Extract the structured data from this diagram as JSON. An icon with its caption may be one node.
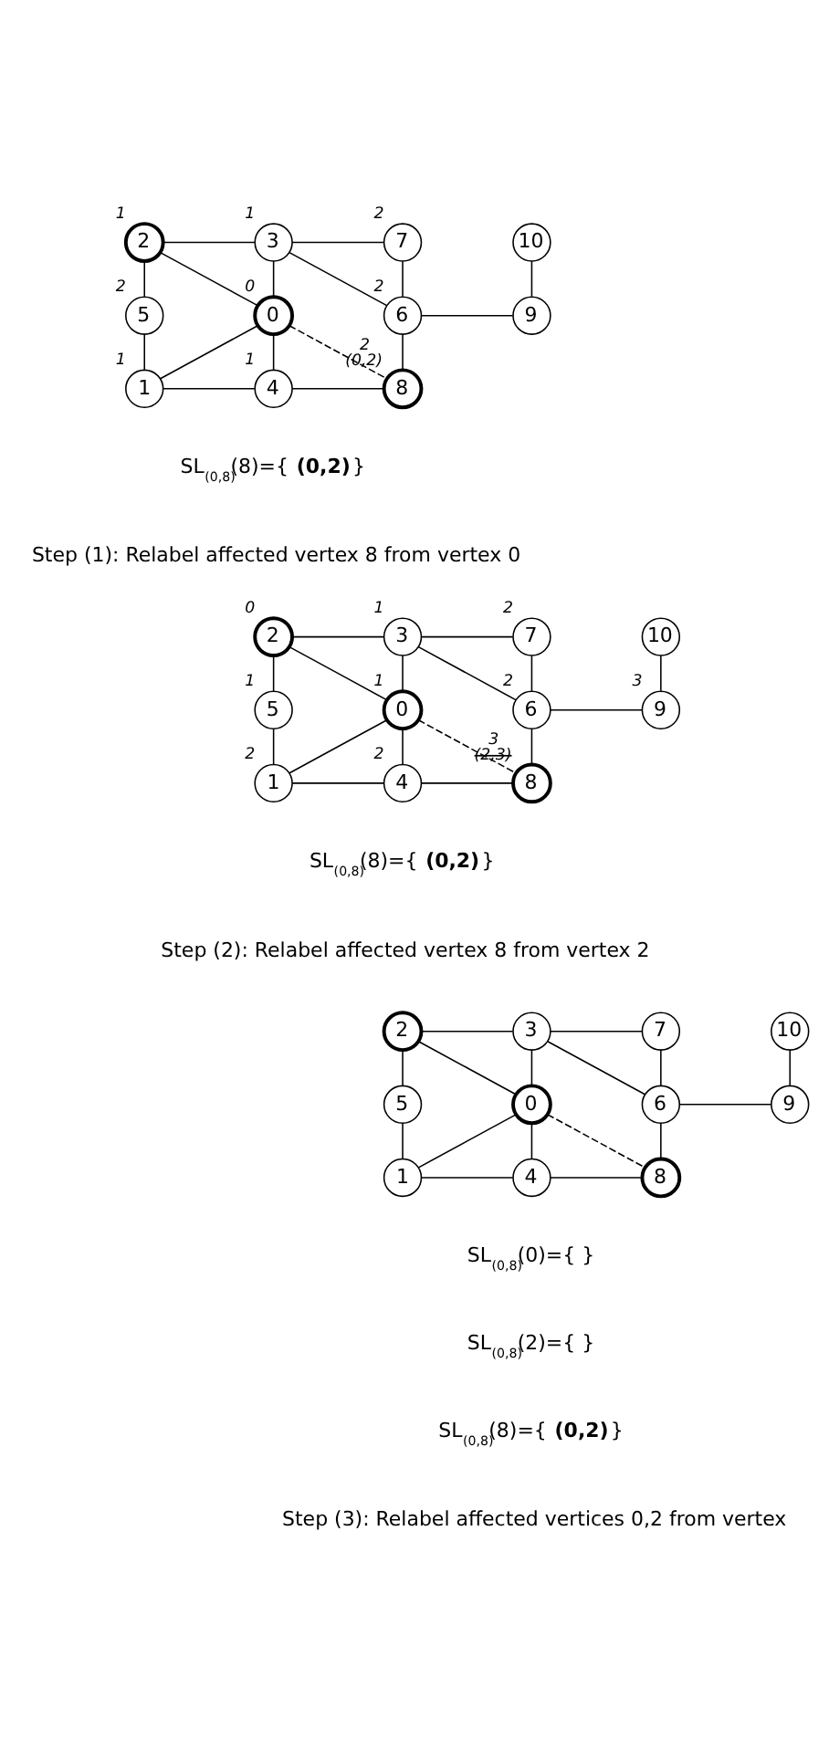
{
  "diagram": {
    "nodes": [
      {
        "text": [
          "2"
        ],
        "beside": [
          "1"
        ]
      },
      {
        "text": [
          "3"
        ],
        "beside": [
          "1"
        ]
      },
      {
        "text": [
          "7"
        ],
        "beside": [
          "2"
        ]
      },
      {
        "text": [
          "10"
        ]
      },
      {
        "text": [
          "5"
        ],
        "beside": [
          "2"
        ]
      },
      {
        "text": [
          "0"
        ],
        "beside": [
          "0"
        ]
      },
      {
        "text": [
          "6"
        ],
        "beside": [
          "2"
        ]
      },
      {
        "text": [
          "9"
        ]
      },
      {
        "text": [
          "1"
        ],
        "beside": [
          "1"
        ]
      },
      {
        "text": [
          "4"
        ],
        "beside": [
          "1"
        ]
      },
      {
        "text": [
          "8"
        ],
        "beside": [
          "2",
          "(0,2)"
        ]
      },
      {
        "text": [
          "2"
        ],
        "beside": [
          "0"
        ]
      },
      {
        "text": [
          "3"
        ],
        "beside": [
          "1"
        ]
      },
      {
        "text": [
          "7"
        ],
        "beside": [
          "2"
        ]
      },
      {
        "text": [
          "10"
        ]
      },
      {
        "text": [
          "5"
        ],
        "beside": [
          "1"
        ]
      },
      {
        "text": [
          "0"
        ],
        "beside": [
          "1"
        ]
      },
      {
        "text": [
          "6"
        ],
        "beside": [
          "2"
        ]
      },
      {
        "text": [
          "9"
        ],
        "beside": [
          "3"
        ]
      },
      {
        "text": [
          "1"
        ],
        "beside": [
          "2"
        ]
      },
      {
        "text": [
          "4"
        ],
        "beside": [
          "2"
        ]
      },
      {
        "text": [
          "8"
        ],
        "beside": [
          "3",
          "(2,3)"
        ]
      },
      {
        "text": [
          "2"
        ]
      },
      {
        "text": [
          "3"
        ]
      },
      {
        "text": [
          "7"
        ]
      },
      {
        "text": [
          "10"
        ]
      },
      {
        "text": [
          "5"
        ]
      },
      {
        "text": [
          "0"
        ]
      },
      {
        "text": [
          "6"
        ]
      },
      {
        "text": [
          "9"
        ]
      },
      {
        "text": [
          "1"
        ]
      },
      {
        "text": [
          "4"
        ]
      },
      {
        "text": [
          "8"
        ]
      }
    ],
    "edges": [
      {
        "from": 0,
        "to": 1,
        "arrow": "none"
      },
      {
        "from": 1,
        "to": 2,
        "arrow": "none"
      },
      {
        "from": 0,
        "to": 4,
        "arrow": "none"
      },
      {
        "from": 0,
        "to": 5,
        "arrow": "none"
      },
      {
        "from": 1,
        "to": 5,
        "arrow": "none"
      },
      {
        "from": 1,
        "to": 6,
        "arrow": "none"
      },
      {
        "from": 2,
        "to": 6,
        "arrow": "none"
      },
      {
        "from": 3,
        "to": 7,
        "arrow": "none"
      },
      {
        "from": 4,
        "to": 8,
        "arrow": "none"
      },
      {
        "from": 8,
        "to": 5,
        "arrow": "none"
      },
      {
        "from": 5,
        "to": 9,
        "arrow": "none"
      },
      {
        "from": 5,
        "to": 10,
        "arrow": "none",
        "style": "dashed"
      },
      {
        "from": 6,
        "to": 7,
        "arrow": "none"
      },
      {
        "from": 6,
        "to": 10,
        "arrow": "none"
      },
      {
        "from": 8,
        "to": 9,
        "arrow": "none"
      },
      {
        "from": 9,
        "to": 10,
        "arrow": "none"
      },
      {
        "from": 11,
        "to": 12,
        "arrow": "none"
      },
      {
        "from": 12,
        "to": 13,
        "arrow": "none"
      },
      {
        "from": 11,
        "to": 15,
        "arrow": "none"
      },
      {
        "from": 11,
        "to": 16,
        "arrow": "none"
      },
      {
        "from": 12,
        "to": 16,
        "arrow": "none"
      },
      {
        "from": 12,
        "to": 17,
        "arrow": "none"
      },
      {
        "from": 13,
        "to": 17,
        "arrow": "none"
      },
      {
        "from": 14,
        "to": 18,
        "arrow": "none"
      },
      {
        "from": 15,
        "to": 19,
        "arrow": "none"
      },
      {
        "from": 19,
        "to": 16,
        "arrow": "none"
      },
      {
        "from": 16,
        "to": 20,
        "arrow": "none"
      },
      {
        "from": 16,
        "to": 21,
        "arrow": "none",
        "style": "dashed"
      },
      {
        "from": 17,
        "to": 18,
        "arrow": "none"
      },
      {
        "from": 17,
        "to": 21,
        "arrow": "none"
      },
      {
        "from": 19,
        "to": 20,
        "arrow": "none"
      },
      {
        "from": 20,
        "to": 21,
        "arrow": "none"
      },
      {
        "from": 22,
        "to": 23,
        "arrow": "none"
      },
      {
        "from": 23,
        "to": 24,
        "arrow": "none"
      },
      {
        "from": 22,
        "to": 26,
        "arrow": "none"
      },
      {
        "from": 22,
        "to": 27,
        "arrow": "none"
      },
      {
        "from": 23,
        "to": 27,
        "arrow": "none"
      },
      {
        "from": 23,
        "to": 28,
        "arrow": "none"
      },
      {
        "from": 24,
        "to": 28,
        "arrow": "none"
      },
      {
        "from": 25,
        "to": 29,
        "arrow": "none"
      },
      {
        "from": 26,
        "to": 30,
        "arrow": "none"
      },
      {
        "from": 30,
        "to": 27,
        "arrow": "none"
      },
      {
        "from": 27,
        "to": 31,
        "arrow": "none"
      },
      {
        "from": 27,
        "to": 32,
        "arrow": "none",
        "style": "dashed"
      },
      {
        "from": 28,
        "to": 29,
        "arrow": "none"
      },
      {
        "from": 28,
        "to": 32,
        "arrow": "none"
      },
      {
        "from": 30,
        "to": 31,
        "arrow": "none"
      },
      {
        "from": 31,
        "to": 32,
        "arrow": "none"
      }
    ],
    "labels": [
      "SL$_{(0,8)}$(8)={ **(0,2)**}",
      "Step (1): Relabel affected vertex 8 from vertex 0",
      "SL$_{(0,8)}$(8)={ **(0,2)**}",
      "Step (2): Relabel affected vertex 8 from vertex 2",
      "SL$_{(0,8)}$(0)={ }",
      "SL$_{(0,8)}$(2)={ }",
      "SL$_{(0,8)}$(8)={ **(0,2)**}",
      "Step (3): Relabel affected vertices 0,2 from vertex"
    ]
  }
}
